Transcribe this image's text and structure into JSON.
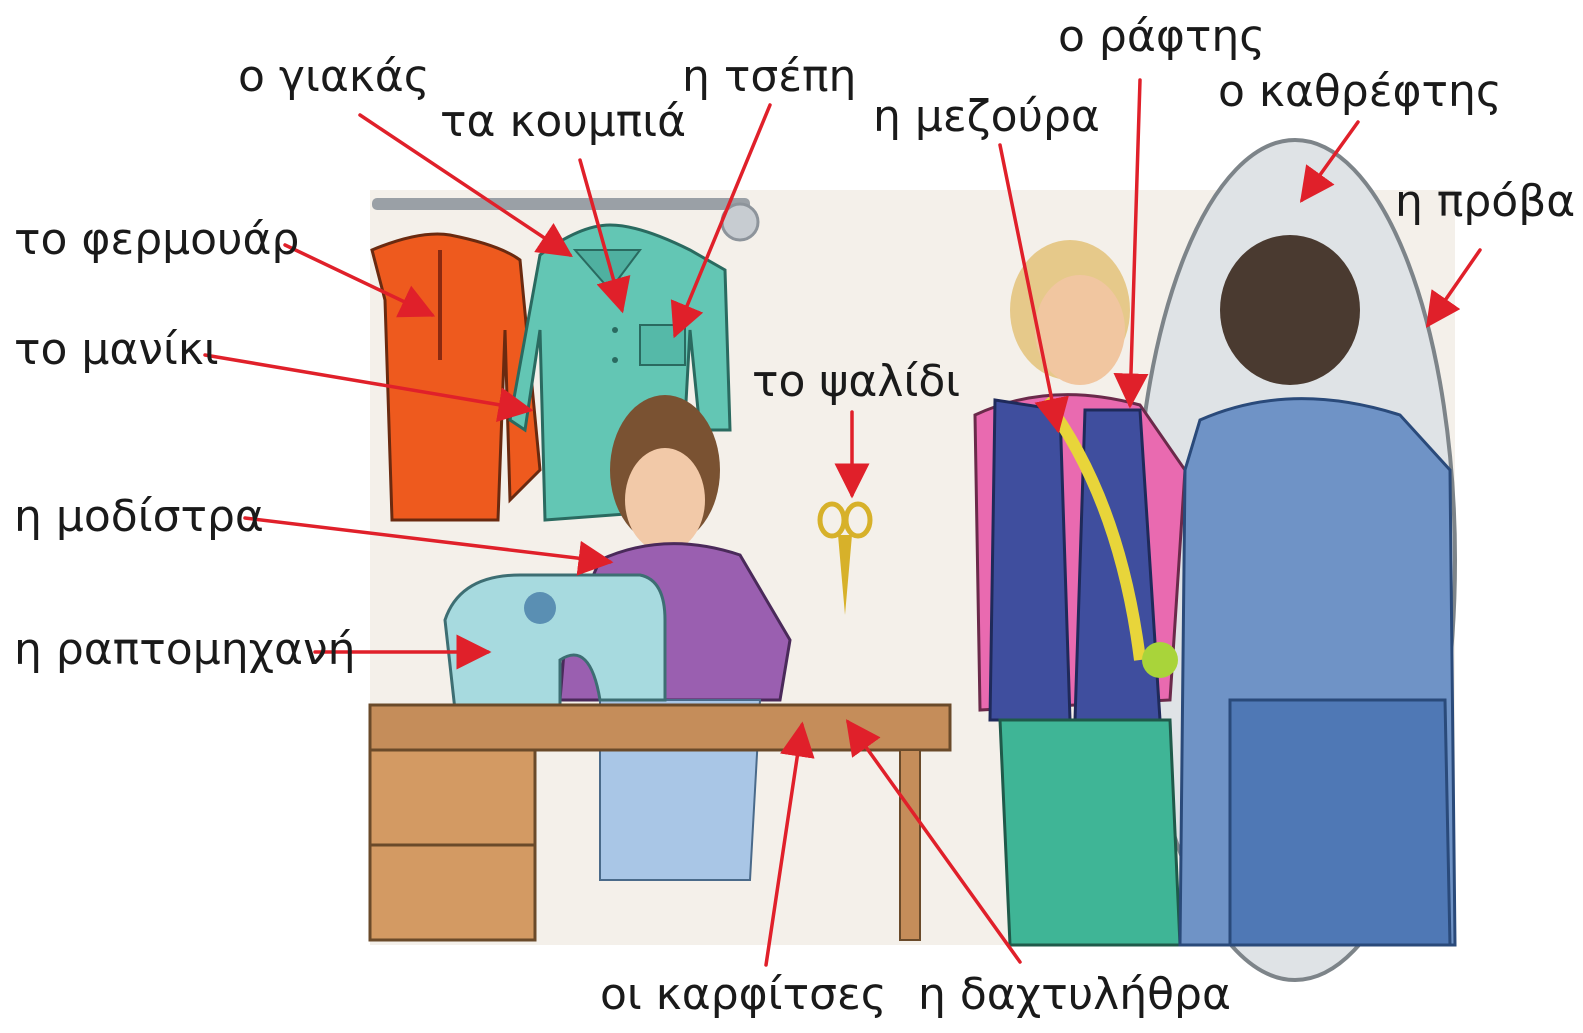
{
  "labels": {
    "fermouar": "το φερμουάρ",
    "maniki": "το μανίκι",
    "modistra": "η μοδίστρα",
    "raptomichani": "η ραπτομηχανή",
    "giakas": "ο γιακάς",
    "koumpia": "τα κουμπιά",
    "tsepi": "η τσέπη",
    "psalidi": "το ψαλίδι",
    "mezoura": "η μεζούρα",
    "raftis": "ο ράφτης",
    "kathreftis": "ο καθρέφτης",
    "prova": "η πρόβα",
    "karfitses": "οι καρφίτσες",
    "daxtulithra": "η δαχτυλήθρα"
  },
  "colors": {
    "arrow": "#e0202a",
    "wall": "#f4f0ea",
    "orange_shirt": "#ee5a1e",
    "teal_shirt": "#63c6b4",
    "blouse": "#9a5fb0",
    "machine": "#a7dadf",
    "table": "#c58d5a",
    "tailor_shirt": "#e96ab0",
    "vest": "#3f4e9e",
    "trousers": "#3fb596",
    "customer_suit": "#6f93c6",
    "mirror": "#dfe3e6",
    "tape": "#e8d53a"
  }
}
